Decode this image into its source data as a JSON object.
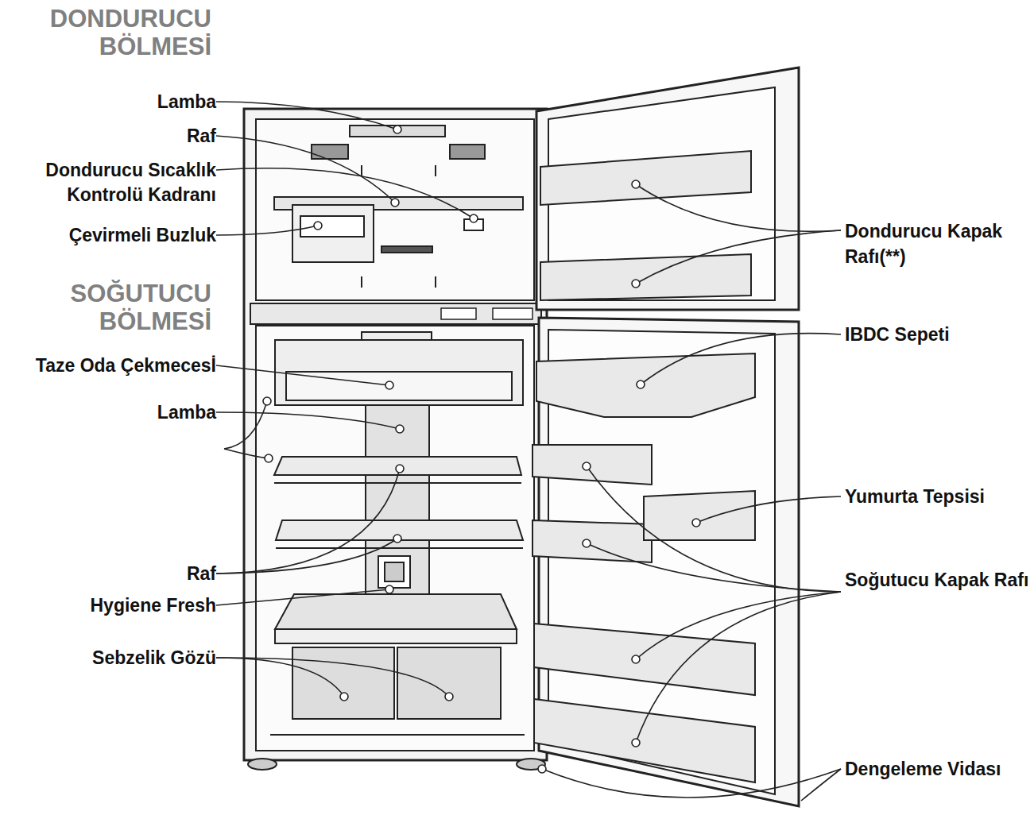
{
  "diagram": {
    "labels": [
      "DONDURUCU BÖLMESİ",
      "Lamba",
      "Raf",
      "Dondurucu Sıcaklık Kontrolü Kadranı",
      "Çevirmeli Buzluk",
      "SOĞUTUCU BÖLMESİ",
      "Taze Oda Çekmecesİ",
      "Lamba",
      "Raf",
      "Hygiene Fresh",
      "Sebzelik Gözü",
      "Dondurucu Kapak Rafı(**)",
      "IBDC Sepeti",
      "Yumurta Tepsisi",
      "Soğutucu Kapak Rafı",
      "Dengeleme Vidası"
    ]
  }
}
